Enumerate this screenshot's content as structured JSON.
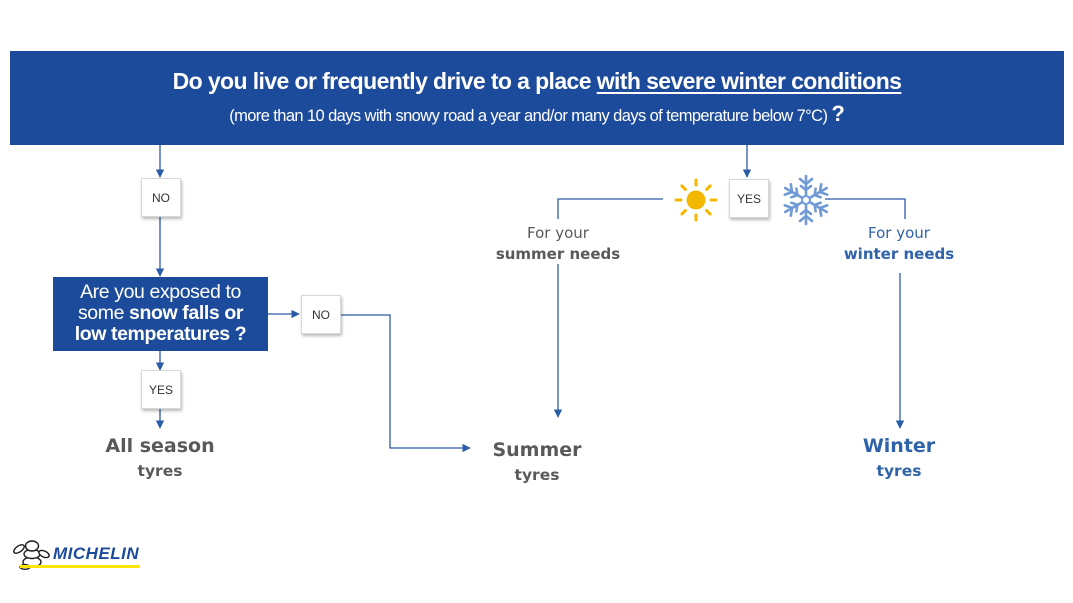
{
  "header": {
    "question_prefix": "Do you live or frequently drive to a place ",
    "question_emphasis": "with severe winter conditions",
    "subtitle": "(more than 10 days with snowy road a year and/or many days of temperature below 7°C)",
    "question_mark": "?"
  },
  "decisions": {
    "no_1": "NO",
    "yes_1": "YES",
    "no_2": "NO",
    "yes_2": "YES"
  },
  "second_question": {
    "line1": "Are you exposed to",
    "line2_plain": "some ",
    "line2_bold": "snow falls or",
    "line3": "low temperatures",
    "question_mark": "?"
  },
  "needs": {
    "summer_line1": "For your",
    "summer_line2": "summer needs",
    "winter_line1": "For your",
    "winter_line2": "winter needs"
  },
  "results": {
    "all_season_line1": "All season",
    "all_season_line2": "tyres",
    "summer_line1": "Summer",
    "summer_line2": "tyres",
    "winter_line1": "Winter",
    "winter_line2": "tyres"
  },
  "logo": {
    "text": "MICHELIN"
  },
  "icons": {
    "sun": "sun-icon",
    "snowflake": "snowflake-icon",
    "mascot": "michelin-man-icon"
  },
  "colors": {
    "brand_blue": "#1d4b9b",
    "line_blue": "#2a5ca8",
    "sun_yellow": "#f5b800",
    "snow_blue": "#6f9ad6",
    "winter_text": "#2f63a9",
    "grey_text": "#595959",
    "logo_yellow": "#fce500"
  }
}
